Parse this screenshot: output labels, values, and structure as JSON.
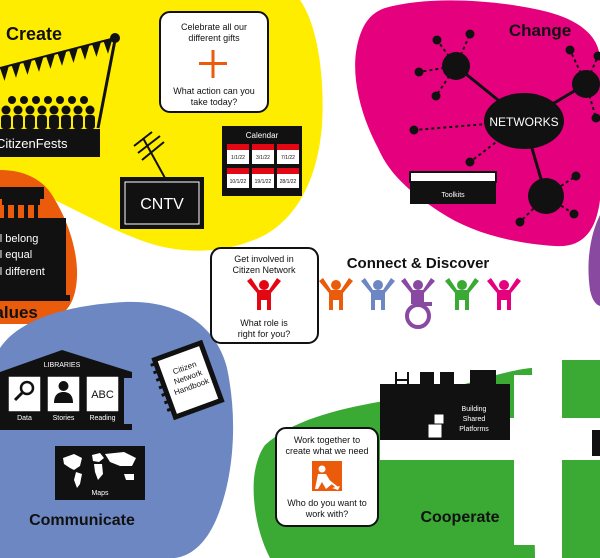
{
  "colors": {
    "yellow": "#ffed00",
    "magenta": "#e5007e",
    "orange": "#ea5b0c",
    "blue": "#6d87c2",
    "green": "#3aaa35",
    "purple": "#8a49a1",
    "red": "#e30613",
    "dark": "#111111"
  },
  "create": {
    "title": "Create",
    "banner_label": "CitizenFests",
    "card_line1": "Celebrate all our",
    "card_line2": "different gifts",
    "card_line3": "What action can you",
    "card_line4": "take today?",
    "tv_label": "CNTV",
    "calendar_title": "Calendar",
    "calendar_dates": [
      "1/1/22",
      "3/1/22",
      "7/1/22",
      "10/1/22",
      "19/1/22",
      "28/1/22"
    ]
  },
  "change": {
    "title": "Change",
    "hub_label": "NETWORKS",
    "toolkits_label": "Toolkits"
  },
  "values": {
    "title": "Values",
    "line1": "All belong",
    "line2": "All equal",
    "line3": "All different"
  },
  "connect": {
    "title": "Connect & Discover",
    "card_line1": "Get involved in",
    "card_line2": "Citizen Network",
    "card_line3": "What role is",
    "card_line4": "right for you?",
    "people_colors": [
      "#ea5b0c",
      "#6d87c2",
      "#8a49a1",
      "#3aaa35",
      "#e5007e"
    ]
  },
  "communicate": {
    "title": "Communicate",
    "libraries_label": "LIBRARIES",
    "library_items": [
      "Data",
      "Stories",
      "Reading"
    ],
    "abc_label": "ABC",
    "handbook_line1": "Citizen",
    "handbook_line2": "Network",
    "handbook_line3": "Handbook",
    "maps_label": "Maps"
  },
  "cooperate": {
    "title": "Cooperate",
    "card_line1": "Work together to",
    "card_line2": "create what we need",
    "card_line3": "Who do you want to",
    "card_line4": "work with?",
    "platform_line1": "Building",
    "platform_line2": "Shared",
    "platform_line3": "Platforms"
  }
}
